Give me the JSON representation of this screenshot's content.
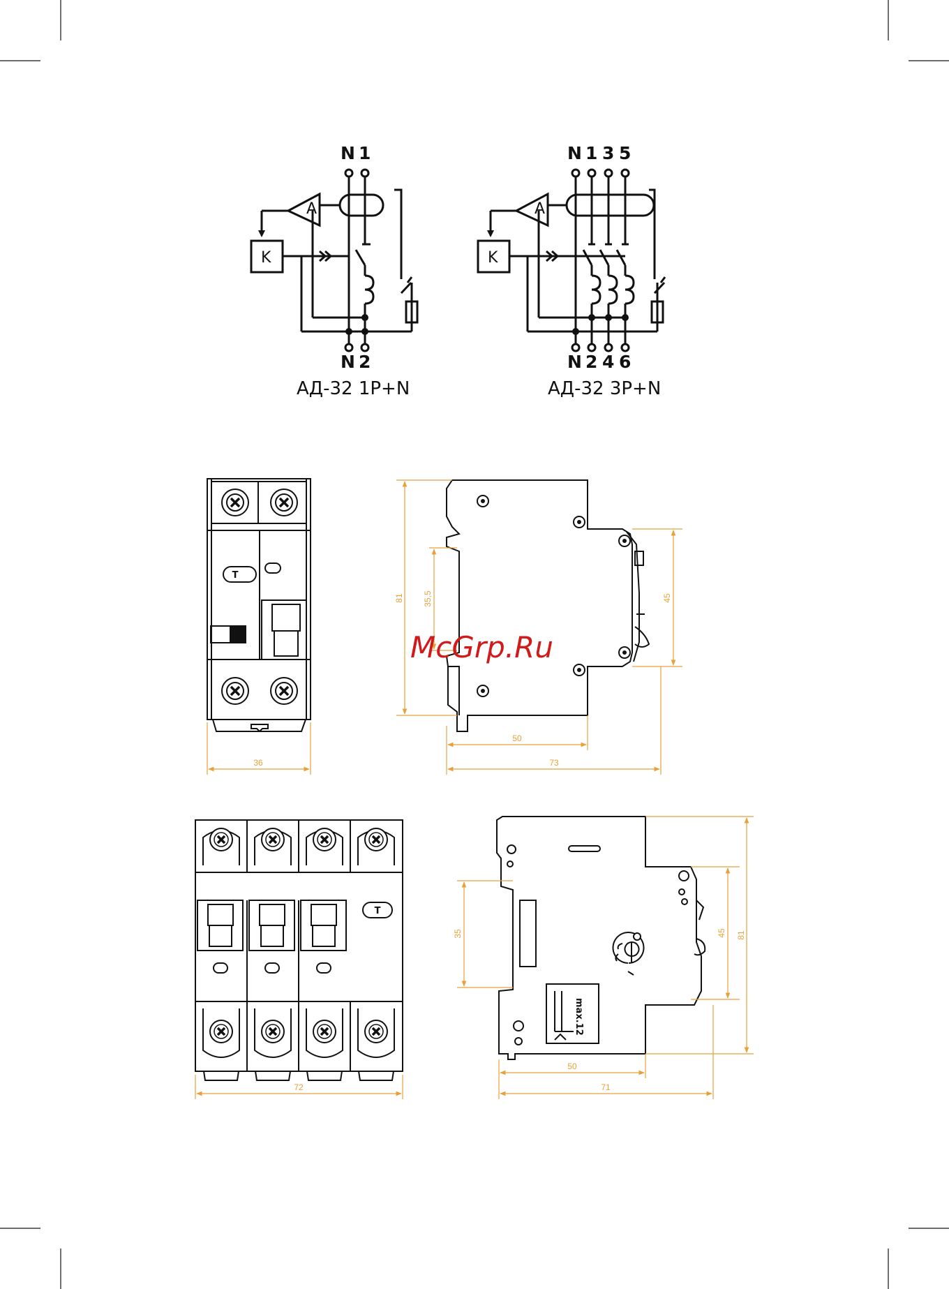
{
  "schemes": [
    {
      "caption": "АД-32 1P+N",
      "top_terminals": [
        "N",
        "1"
      ],
      "bottom_terminals": [
        "N",
        "2"
      ],
      "amplifier_label": "A",
      "trip_label": "K"
    },
    {
      "caption": "АД-32 3P+N",
      "top_terminals": [
        "N",
        "1",
        "3",
        "5"
      ],
      "bottom_terminals": [
        "N",
        "2",
        "4",
        "6"
      ],
      "amplifier_label": "A",
      "trip_label": "K"
    }
  ],
  "dimensions": {
    "front_2p_width": "36",
    "side_2p_height": "81",
    "side_2p_rail": "35,5",
    "side_2p_face": "45",
    "side_2p_depth_face": "50",
    "side_2p_depth_total": "73",
    "front_4p_width": "72",
    "side_4p_height": "81",
    "side_4p_rail": "35",
    "side_4p_face": "45",
    "side_4p_depth_face": "50",
    "side_4p_depth_total": "71",
    "cable_label": "max.12"
  },
  "test_button_label": "T",
  "watermark": "McGrp.Ru",
  "colors": {
    "dimension": "#e8a13a",
    "watermark": "#d11a1a",
    "line": "#111111"
  }
}
